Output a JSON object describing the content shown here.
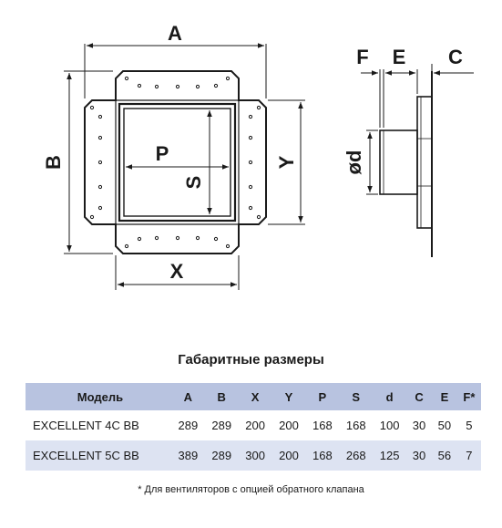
{
  "labels": {
    "A": "A",
    "B": "B",
    "X": "X",
    "Y": "Y",
    "P": "P",
    "S": "S",
    "F": "F",
    "E": "E",
    "C": "C",
    "od": "ød"
  },
  "title": "Габаритные размеры",
  "table": {
    "headers": [
      "Модель",
      "A",
      "B",
      "X",
      "Y",
      "P",
      "S",
      "d",
      "C",
      "E",
      "F*"
    ],
    "rows": [
      [
        "EXCELLENT 4C BB",
        "289",
        "289",
        "200",
        "200",
        "168",
        "168",
        "100",
        "30",
        "50",
        "5"
      ],
      [
        "EXCELLENT 5C BB",
        "389",
        "289",
        "300",
        "200",
        "168",
        "268",
        "125",
        "30",
        "56",
        "7"
      ]
    ]
  },
  "footnote": "* Для вентиляторов с опцией обратного клапана"
}
